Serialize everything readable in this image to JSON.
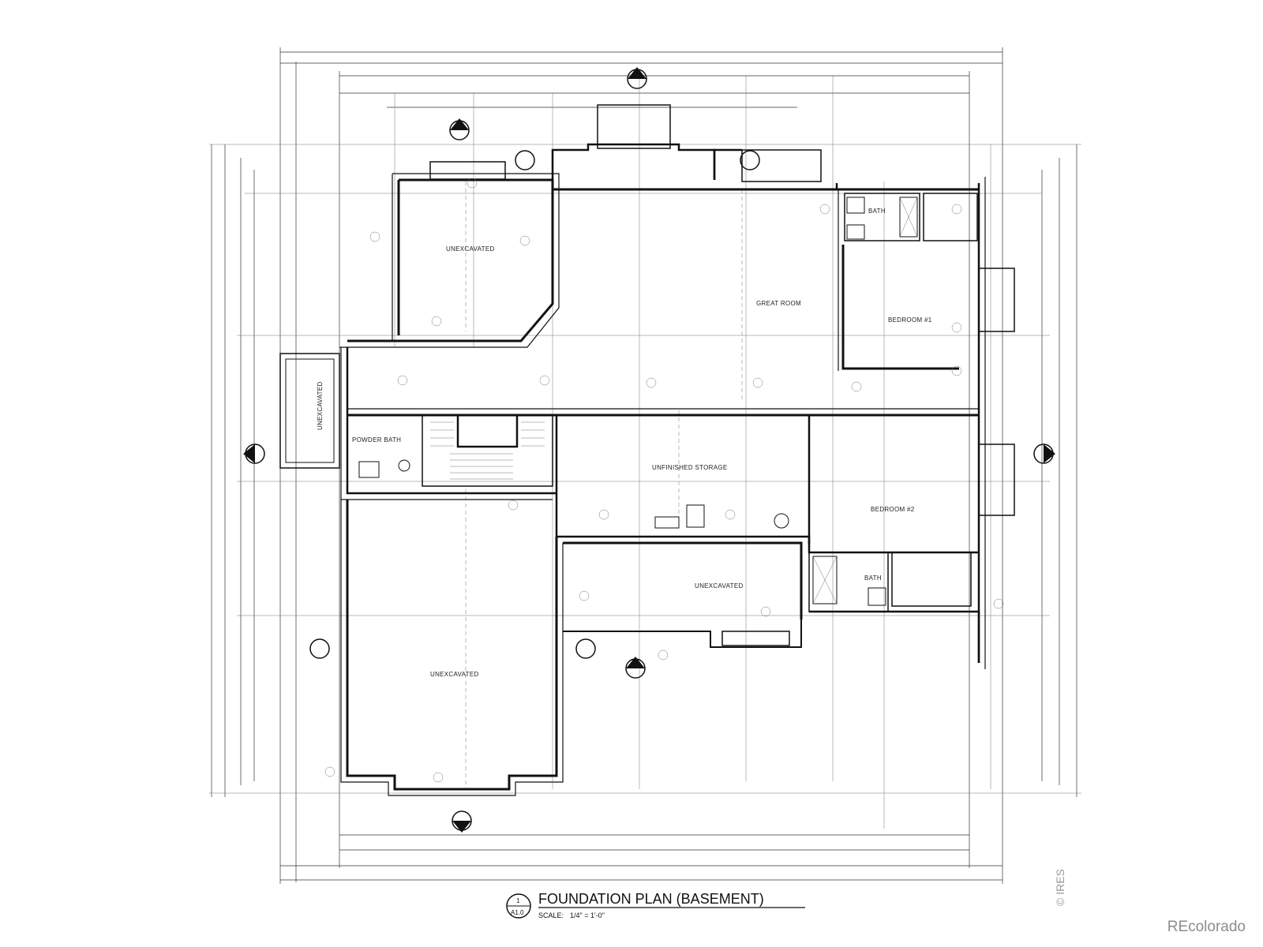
{
  "title": "FOUNDATION PLAN (BASEMENT)",
  "scale": {
    "label": "SCALE:",
    "value": "1/4\" = 1'-0\""
  },
  "sheet": {
    "number": "1",
    "ref": "A1.0"
  },
  "rooms": {
    "unexcavated_nw": "UNEXCAVATED",
    "great_room": "GREAT ROOM",
    "bedroom_1": "BEDROOM #1",
    "bath_top": "BATH",
    "unexcavated_west": "UNEXCAVATED",
    "powder_bath": "POWDER BATH",
    "unfinished_storage": "UNFINISHED STORAGE",
    "bedroom_2": "BEDROOM #2",
    "unexcavated_mid": "UNEXCAVATED",
    "bath_bottom": "BATH",
    "unexcavated_sw": "UNEXCAVATED"
  },
  "watermarks": {
    "ires": "© IRES",
    "brand": "REcolorado"
  }
}
